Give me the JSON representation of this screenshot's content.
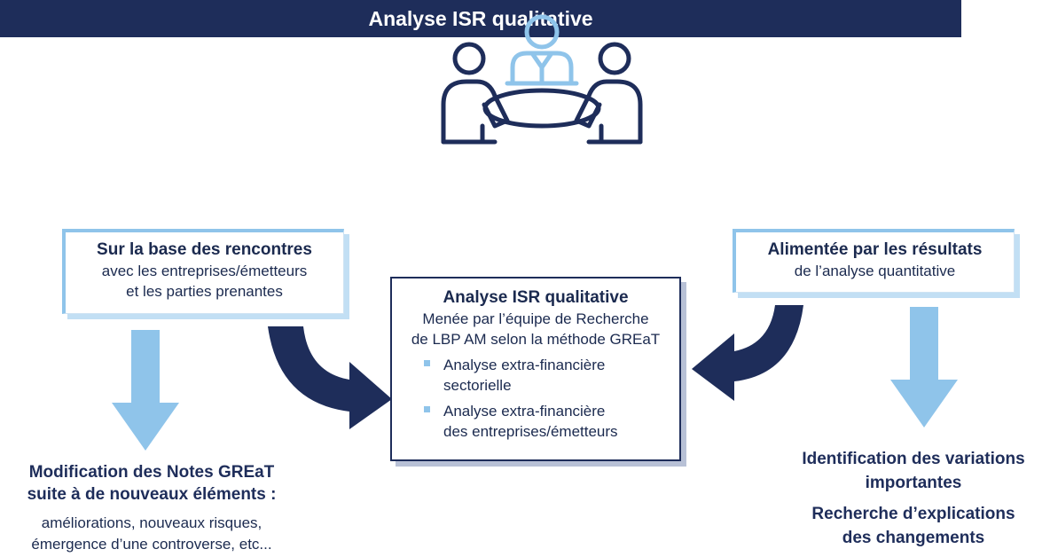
{
  "banner": {
    "title": "Analyse ISR qualitative"
  },
  "left_box": {
    "heading": "Sur la base des rencontres",
    "line1": "avec les entreprises/émetteurs",
    "line2": "et les parties prenantes"
  },
  "right_box": {
    "heading": "Alimentée par les résultats",
    "line1": "de l’analyse quantitative"
  },
  "center_box": {
    "heading": "Analyse ISR qualitative",
    "line1": "Menée par l’équipe de Recherche",
    "line2": "de LBP AM selon la méthode GREaT",
    "bullets": [
      {
        "line1": "Analyse extra-financière",
        "line2": "sectorielle"
      },
      {
        "line1": "Analyse extra-financière",
        "line2": "des entreprises/émetteurs"
      }
    ]
  },
  "left_bottom": {
    "heading1": "Modification des Notes GREaT",
    "heading2": "suite à de nouveaux éléments :",
    "text1": "améliorations, nouveaux risques,",
    "text2": "émergence d’une controverse, etc..."
  },
  "right_bottom": {
    "line1": "Identification des variations",
    "line2": "importantes",
    "line3": "Recherche d’explications",
    "line4": "des changements"
  },
  "colors": {
    "navy": "#1e2d5a",
    "light_blue": "#8fc4ea"
  },
  "icons": [
    "meeting-people-icon"
  ]
}
